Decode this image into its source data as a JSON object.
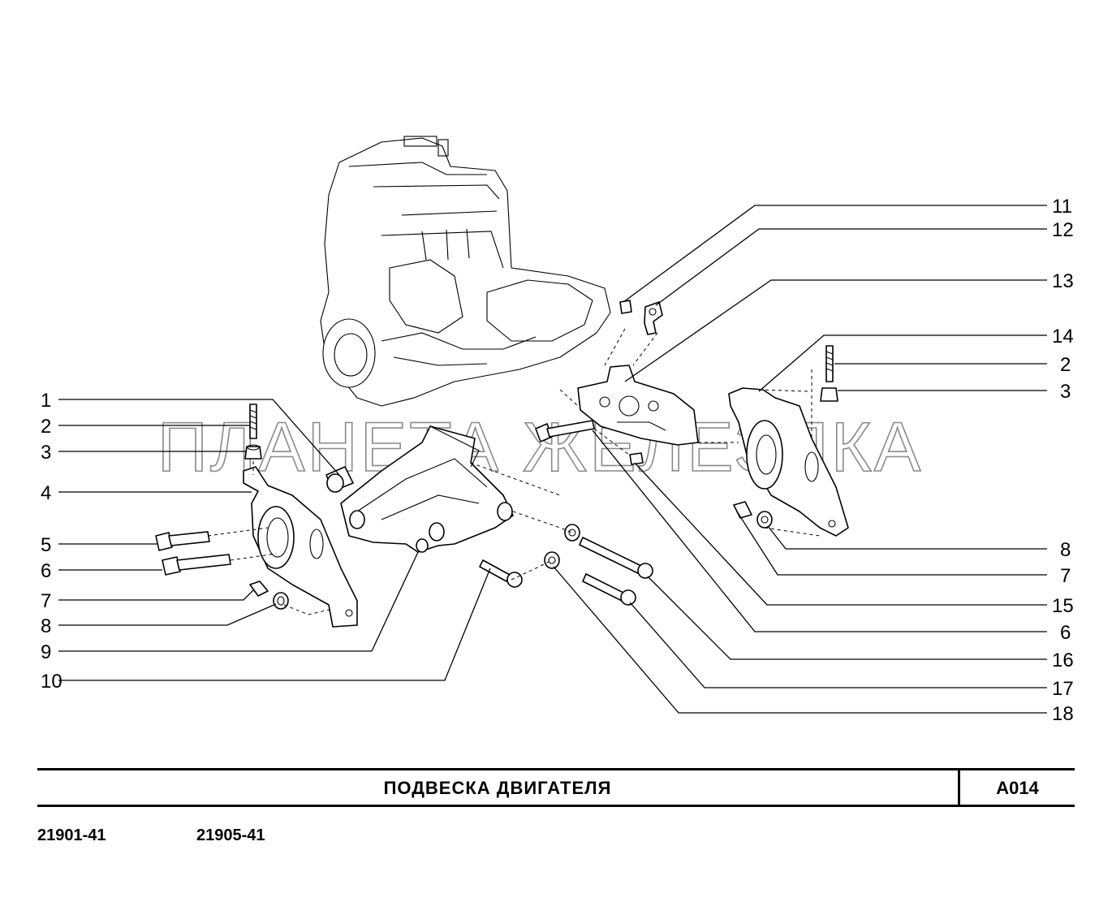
{
  "watermark": "ПЛАНЕТА ЖЕЛЕЗЯКА",
  "title_bar": {
    "title": "ПОДВЕСКА   ДВИГАТЕЛЯ",
    "code": "A014"
  },
  "models": [
    "21901-41",
    "21905-41"
  ],
  "callouts_left": [
    "1",
    "2",
    "3",
    "4",
    "5",
    "6",
    "7",
    "8",
    "9",
    "10"
  ],
  "callouts_right": [
    "11",
    "12",
    "13",
    "14",
    "2",
    "3",
    "8",
    "7",
    "15",
    "6",
    "16",
    "17",
    "18"
  ]
}
